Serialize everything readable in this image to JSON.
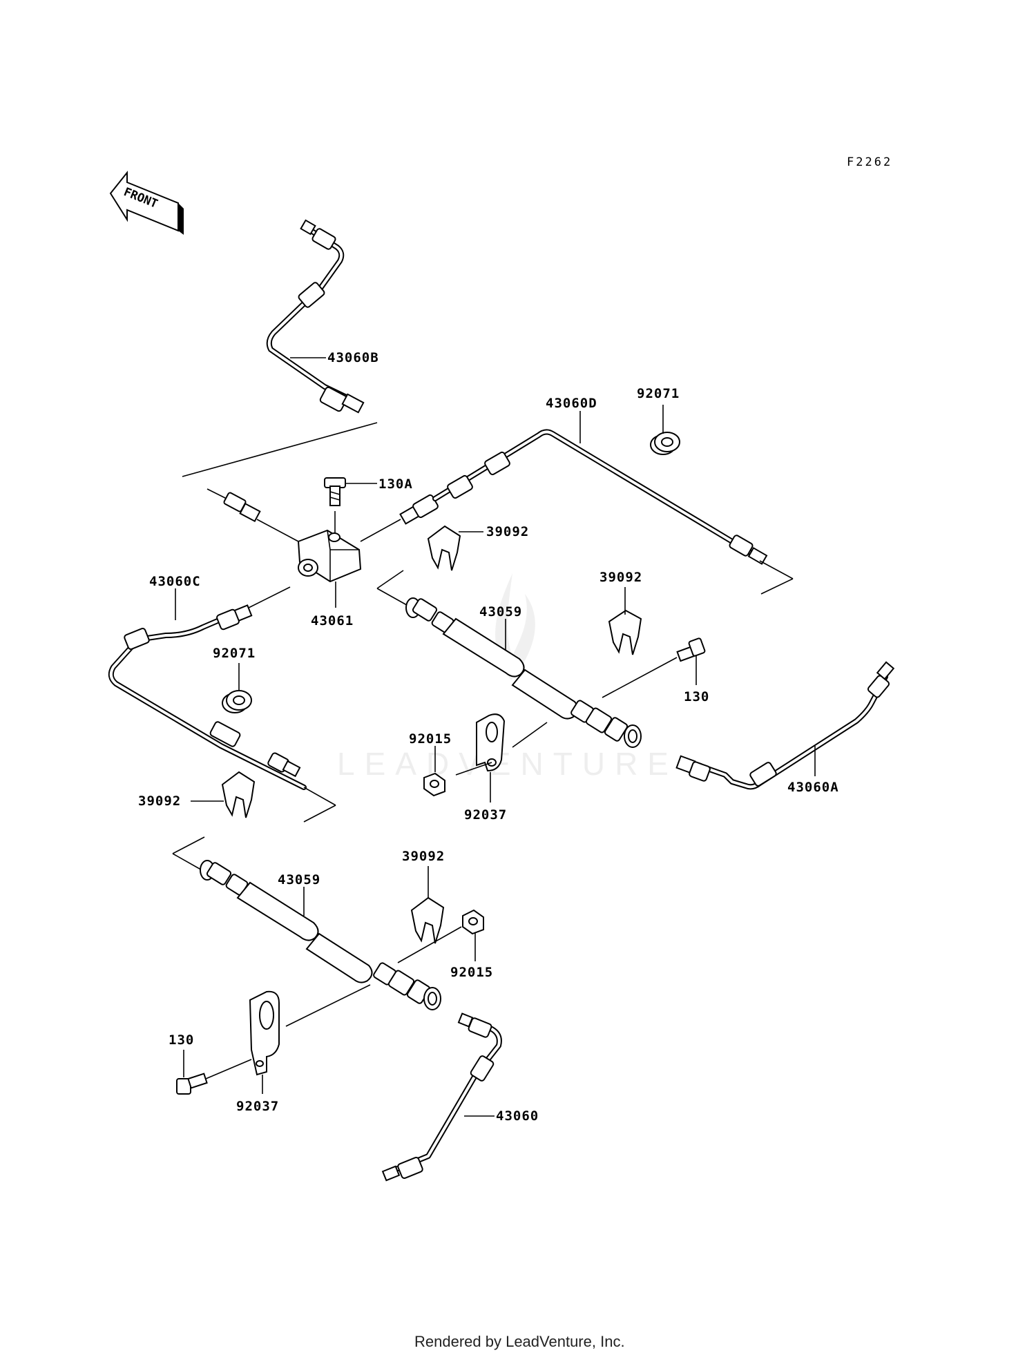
{
  "diagram_code": "F2262",
  "front_arrow_label": "FRONT",
  "watermark": "LEADVENTURE",
  "footer": "Rendered by LeadVenture, Inc.",
  "labels": {
    "p43060B": "43060B",
    "p43060D": "43060D",
    "p92071_top": "92071",
    "p130A": "130A",
    "p39092_a": "39092",
    "p39092_b": "39092",
    "p43060C": "43060C",
    "p43061": "43061",
    "p43059_upper": "43059",
    "p92071_left": "92071",
    "p130_right": "130",
    "p92015_mid": "92015",
    "p92037_mid": "92037",
    "p43060A": "43060A",
    "p39092_c": "39092",
    "p39092_d": "39092",
    "p43059_lower": "43059",
    "p92015_low": "92015",
    "p130_left": "130",
    "p92037_low": "92037",
    "p43060": "43060"
  }
}
